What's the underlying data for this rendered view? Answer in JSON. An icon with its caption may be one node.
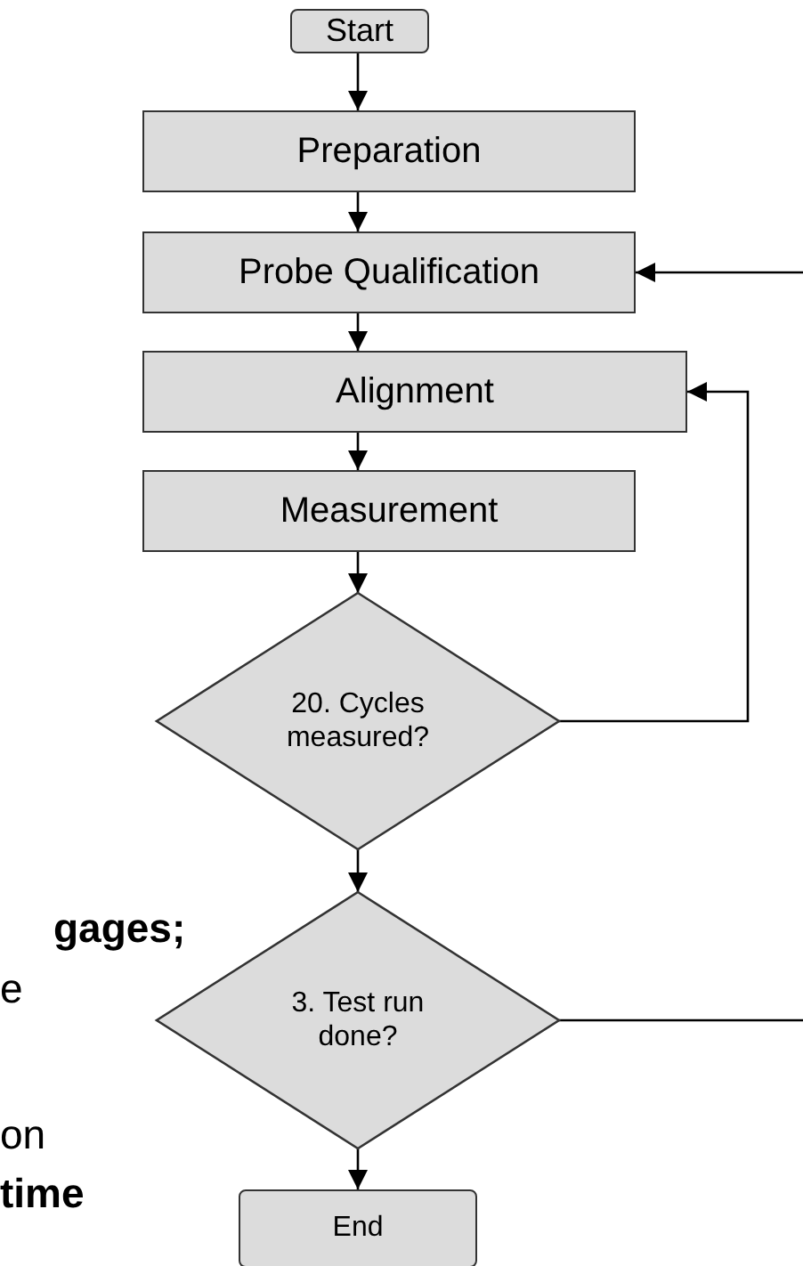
{
  "diagram": {
    "nodes": [
      {
        "text": [
          "Start"
        ]
      },
      {
        "text": [
          "Preparation"
        ]
      },
      {
        "text": [
          "Probe Qualification"
        ]
      },
      {
        "text": [
          "Alignment"
        ]
      },
      {
        "text": [
          "Measurement"
        ]
      },
      {
        "text": [
          "20. Cycles measured?"
        ]
      },
      {
        "text": [
          "3. Test run done?"
        ]
      },
      {
        "text": [
          "End"
        ]
      }
    ],
    "edges": [
      {
        "from": 0,
        "to": 1,
        "arrow": "to"
      },
      {
        "from": 1,
        "to": 2,
        "arrow": "to"
      },
      {
        "from": 2,
        "to": 3,
        "arrow": "to"
      },
      {
        "from": 3,
        "to": 4,
        "arrow": "to"
      },
      {
        "from": 4,
        "to": 5,
        "arrow": "to"
      },
      {
        "from": 5,
        "to": 3,
        "arrow": "to"
      },
      {
        "from": 5,
        "to": 6,
        "arrow": "to"
      },
      {
        "from": 6,
        "to": 7,
        "arrow": "to"
      },
      {
        "from": 6,
        "to": null,
        "arrow": "none"
      },
      {
        "from": null,
        "to": 2,
        "arrow": "to"
      }
    ],
    "labels": [
      "gages;",
      "e",
      "on",
      "time"
    ]
  }
}
